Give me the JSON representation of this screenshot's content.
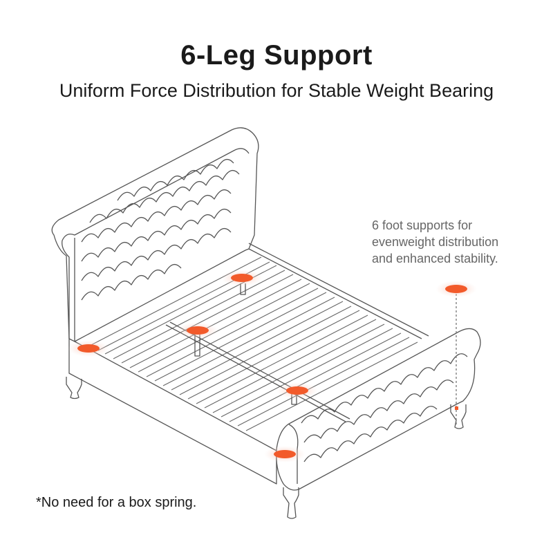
{
  "header": {
    "title": "6-Leg Support",
    "subtitle": "Uniform Force Distribution for Stable Weight Bearing"
  },
  "callout": {
    "lines": [
      "6 foot supports for",
      "evenweight distribution",
      "and enhanced stability."
    ]
  },
  "footnote": "*No need for a box spring.",
  "colors": {
    "support_marker": "#f25a2a",
    "support_glow": "#fbd6cc",
    "line_art": "#555555",
    "callout_text": "#666666"
  },
  "support_points": {
    "count": 6,
    "icon": "support-point-icon"
  }
}
